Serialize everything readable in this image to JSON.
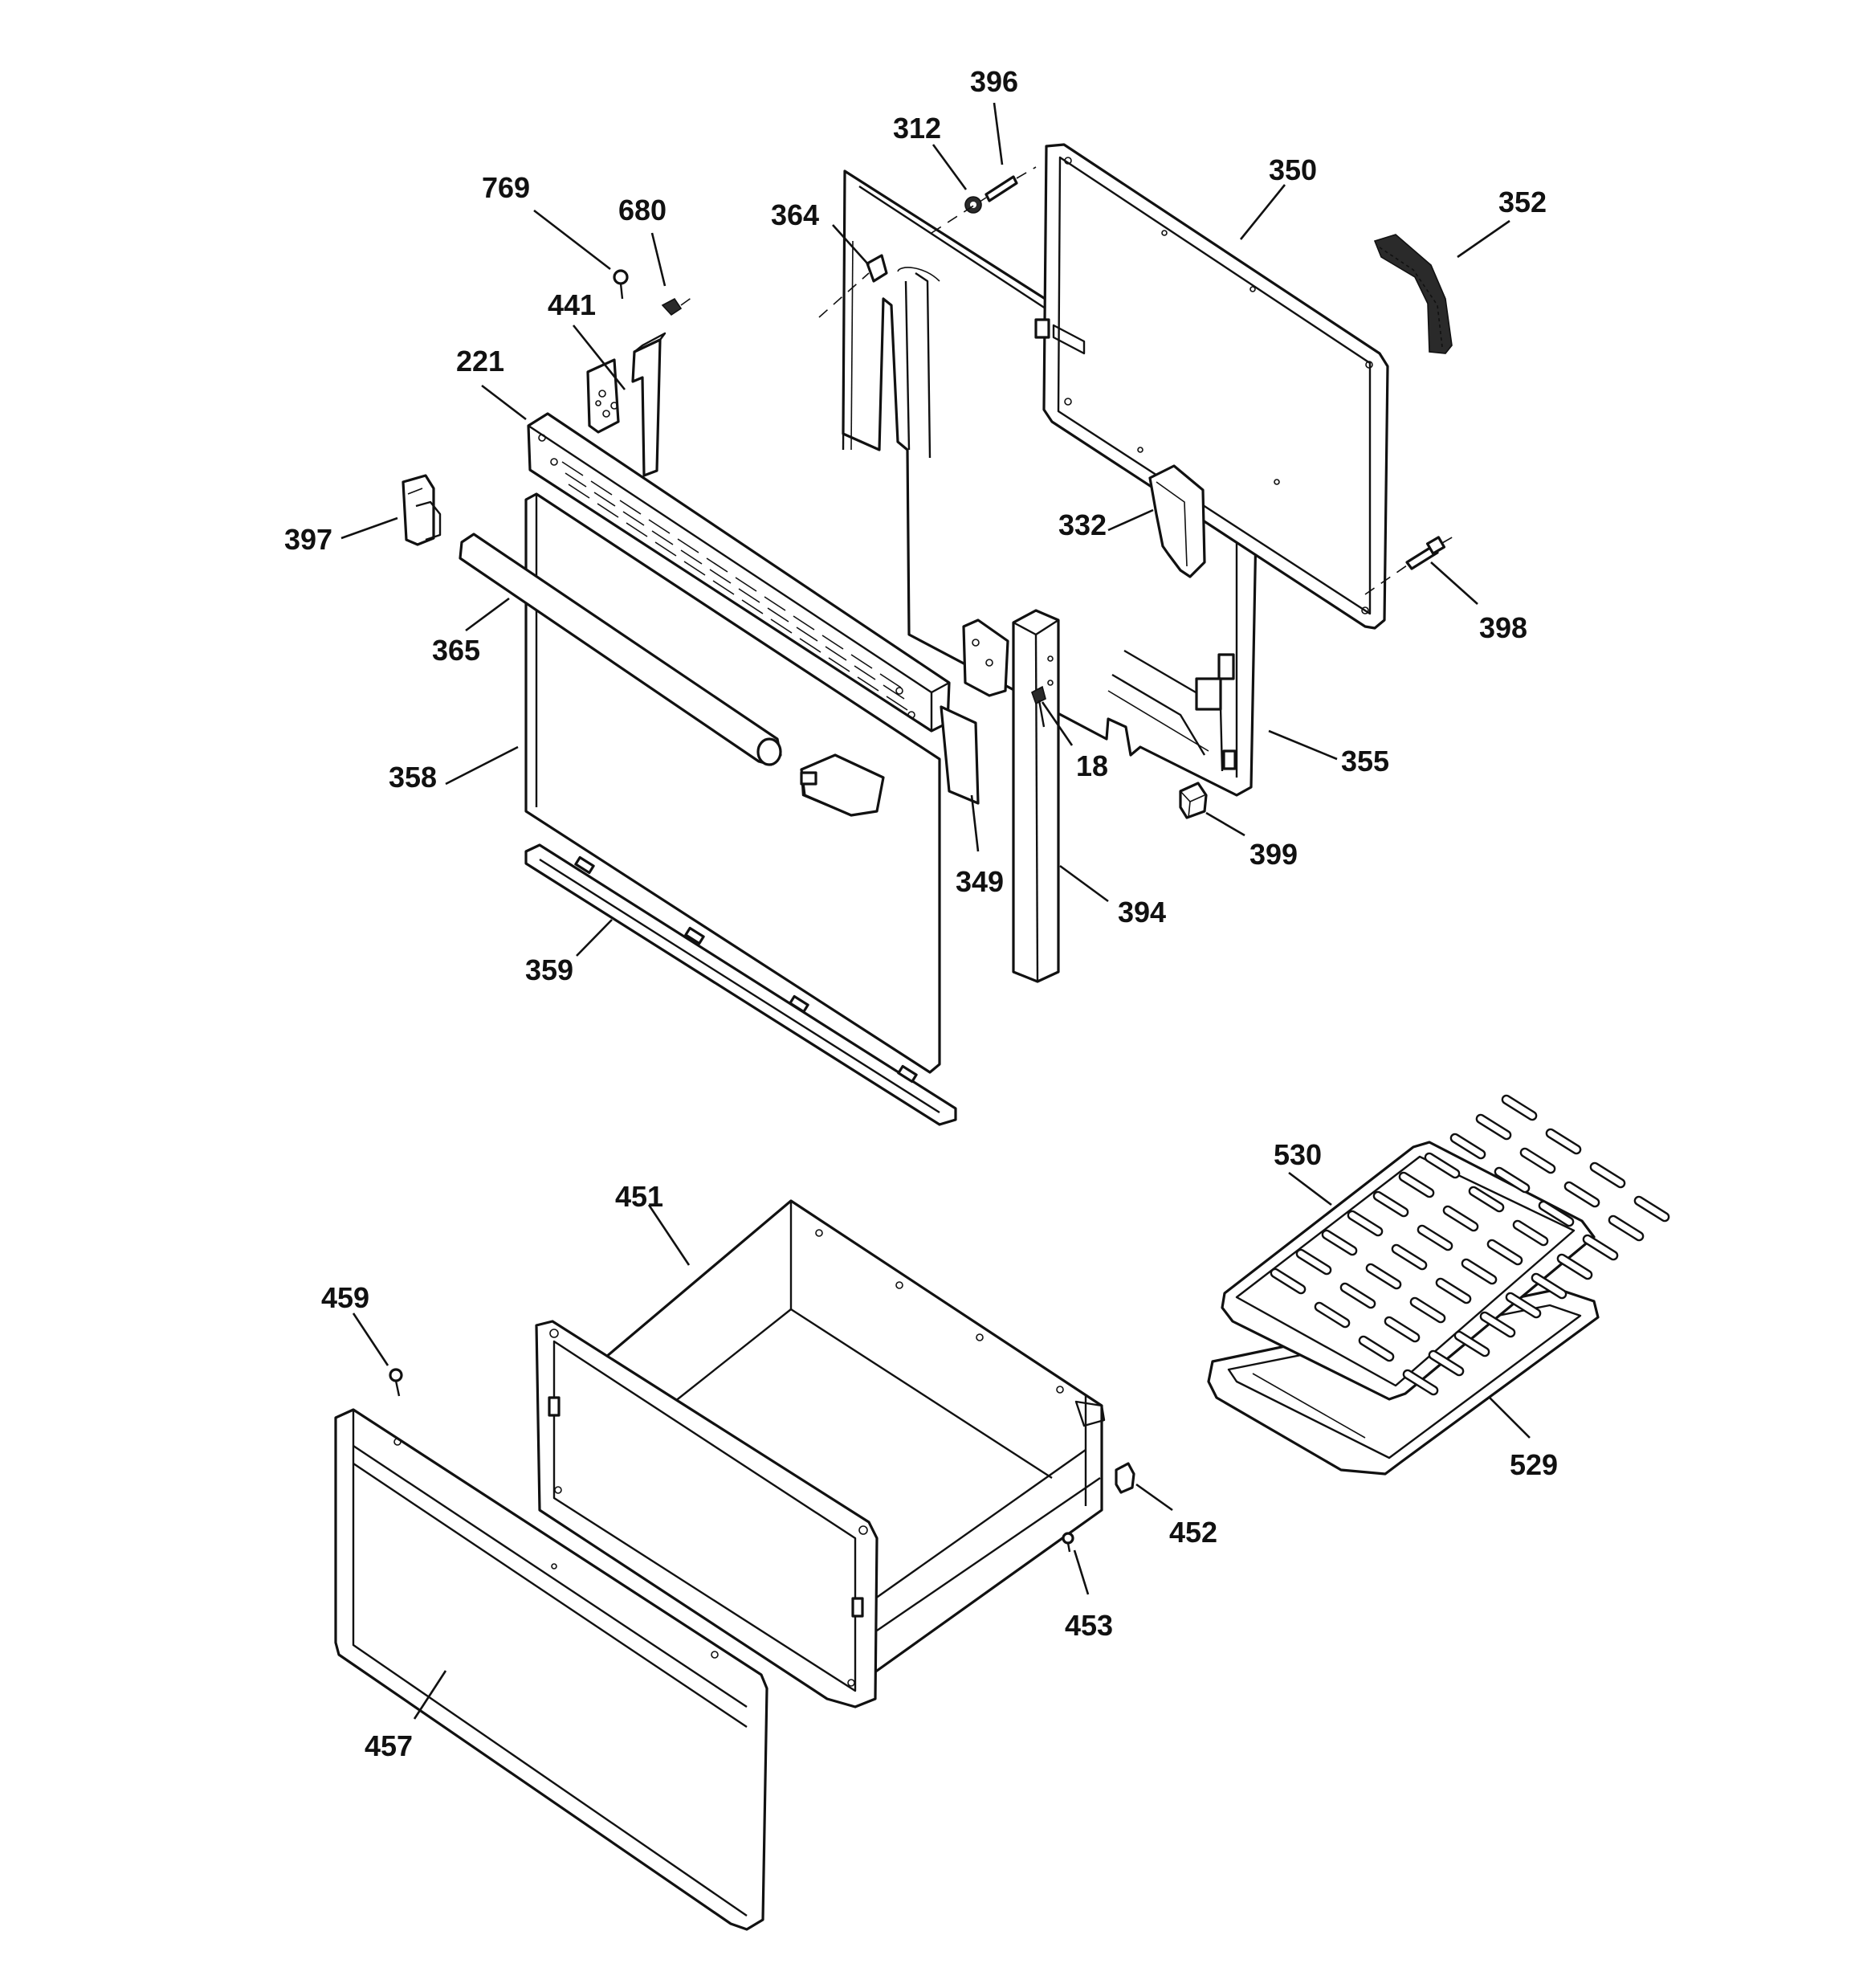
{
  "diagram": {
    "callouts": [
      {
        "id": "396",
        "label": "396"
      },
      {
        "id": "312",
        "label": "312"
      },
      {
        "id": "350",
        "label": "350"
      },
      {
        "id": "352",
        "label": "352"
      },
      {
        "id": "769",
        "label": "769"
      },
      {
        "id": "680",
        "label": "680"
      },
      {
        "id": "364",
        "label": "364"
      },
      {
        "id": "441",
        "label": "441"
      },
      {
        "id": "221",
        "label": "221"
      },
      {
        "id": "332",
        "label": "332"
      },
      {
        "id": "397",
        "label": "397"
      },
      {
        "id": "398",
        "label": "398"
      },
      {
        "id": "365",
        "label": "365"
      },
      {
        "id": "18",
        "label": "18"
      },
      {
        "id": "355",
        "label": "355"
      },
      {
        "id": "358",
        "label": "358"
      },
      {
        "id": "399",
        "label": "399"
      },
      {
        "id": "349",
        "label": "349"
      },
      {
        "id": "394",
        "label": "394"
      },
      {
        "id": "359",
        "label": "359"
      },
      {
        "id": "530",
        "label": "530"
      },
      {
        "id": "451",
        "label": "451"
      },
      {
        "id": "459",
        "label": "459"
      },
      {
        "id": "529",
        "label": "529"
      },
      {
        "id": "452",
        "label": "452"
      },
      {
        "id": "453",
        "label": "453"
      },
      {
        "id": "457",
        "label": "457"
      }
    ]
  }
}
